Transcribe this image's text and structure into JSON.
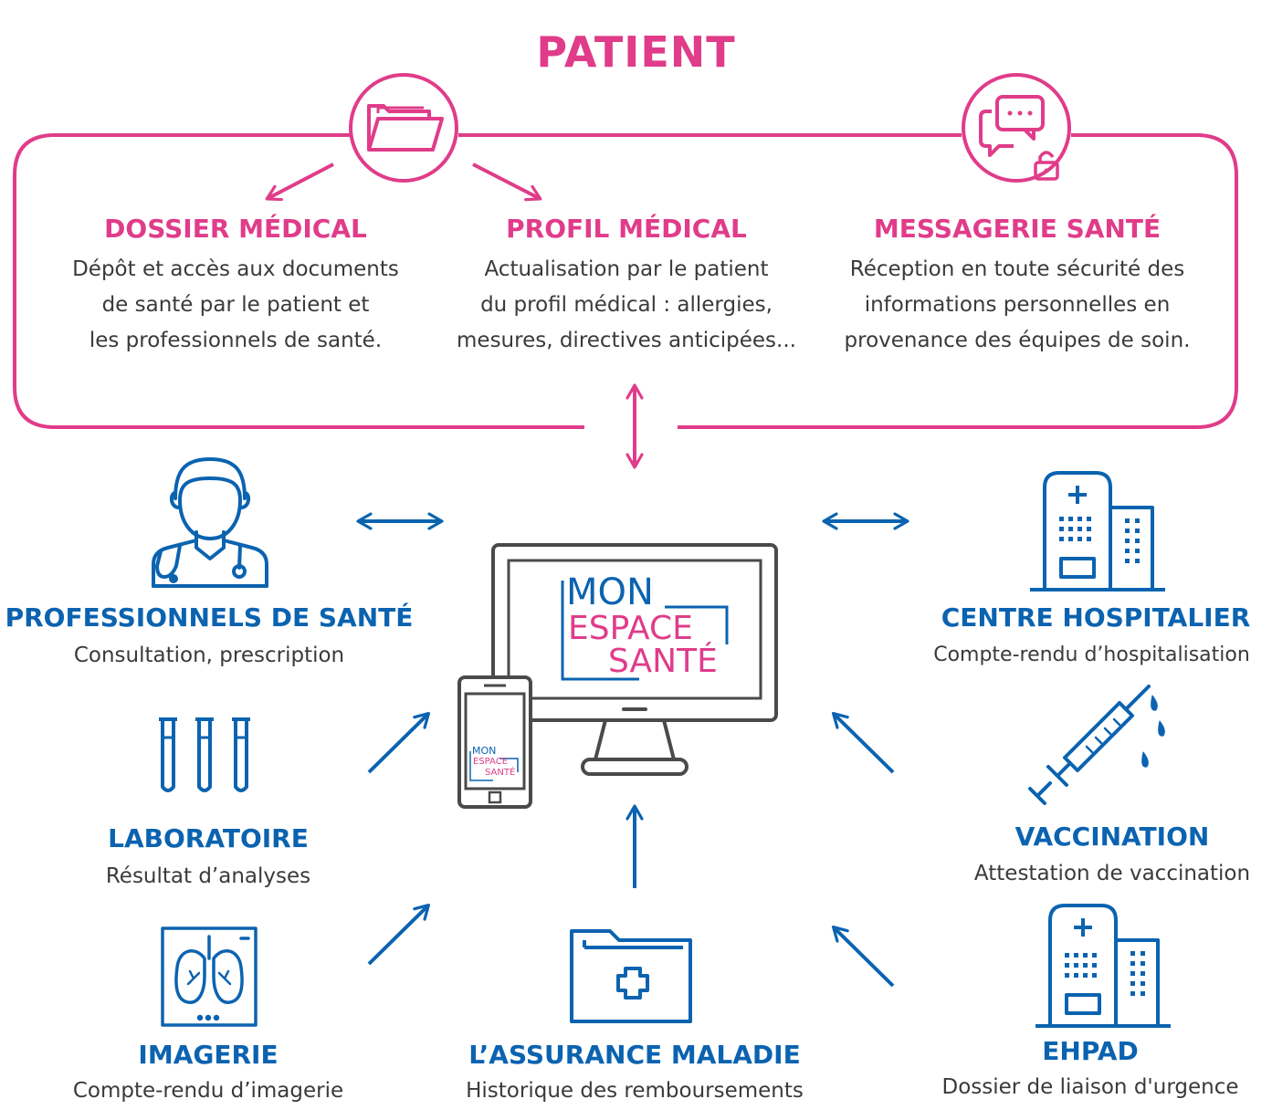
{
  "title": "PATIENT",
  "patient_sections": [
    {
      "heading": "DOSSIER MÉDICAL",
      "lines": [
        "Dépôt et accès aux documents",
        "de santé par le patient et",
        "les professionnels de santé."
      ]
    },
    {
      "heading": "PROFIL MÉDICAL",
      "lines": [
        "Actualisation par le patient",
        "du profil médical : allergies,",
        "mesures, directives anticipées..."
      ]
    },
    {
      "heading": "MESSAGERIE SANTÉ",
      "lines": [
        "Réception en toute sécurité des",
        "informations personnelles en",
        "provenance des équipes de soin."
      ]
    }
  ],
  "logo": {
    "line1": "MON",
    "line2": "ESPACE",
    "line3": "SANTÉ"
  },
  "providers": {
    "professionnels": {
      "heading": "PROFESSIONNELS DE SANTÉ",
      "desc": "Consultation, prescription"
    },
    "laboratoire": {
      "heading": "LABORATOIRE",
      "desc": "Résultat d’analyses"
    },
    "imagerie": {
      "heading": "IMAGERIE",
      "desc": "Compte-rendu d’imagerie"
    },
    "assurance": {
      "heading": "L’ASSURANCE MALADIE",
      "desc": "Historique des remboursements"
    },
    "hopital": {
      "heading": "CENTRE HOSPITALIER",
      "desc": "Compte-rendu d’hospitalisation"
    },
    "vaccination": {
      "heading": "VACCINATION",
      "desc": "Attestation de vaccination"
    },
    "ehpad": {
      "heading": "EHPAD",
      "desc": "Dossier de liaison d'urgence"
    }
  },
  "colors": {
    "pink": "#E03C8A",
    "blue": "#0B63B0",
    "grey": "#4a4a4a"
  }
}
